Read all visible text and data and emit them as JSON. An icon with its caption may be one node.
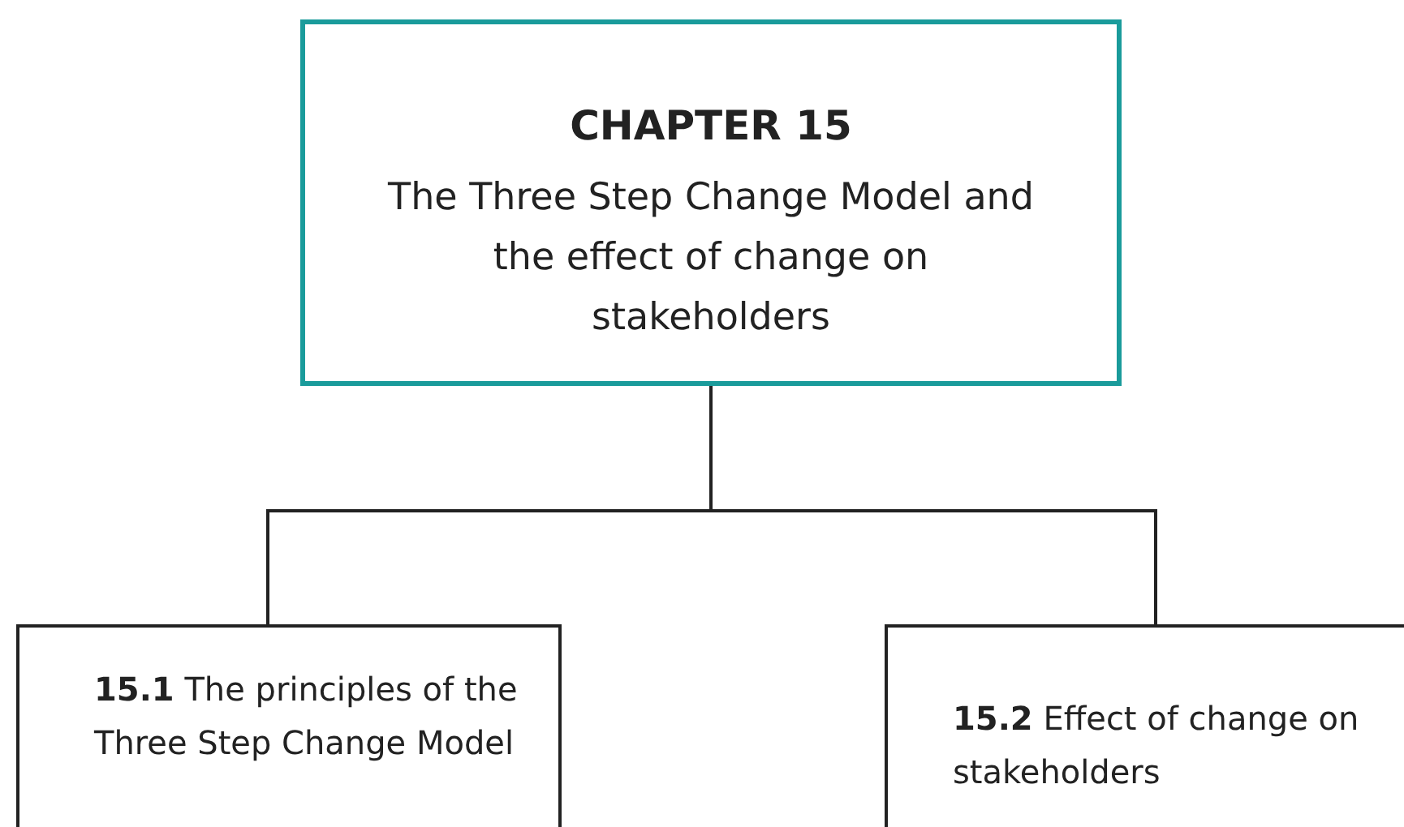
{
  "diagram": {
    "nodes": [
      {
        "text": [
          "CHAPTER 15",
          "The Three Step Change Model and the effect of change on stakeholders"
        ]
      },
      {
        "text": [
          "**15.1** The principles of the Three Step Change Model"
        ]
      },
      {
        "text": [
          "**15.2** Effect of change on stakeholders"
        ]
      }
    ],
    "edges": [
      {
        "from": 0,
        "to": 1,
        "arrow": "none"
      },
      {
        "from": 0,
        "to": 2,
        "arrow": "none"
      }
    ]
  }
}
